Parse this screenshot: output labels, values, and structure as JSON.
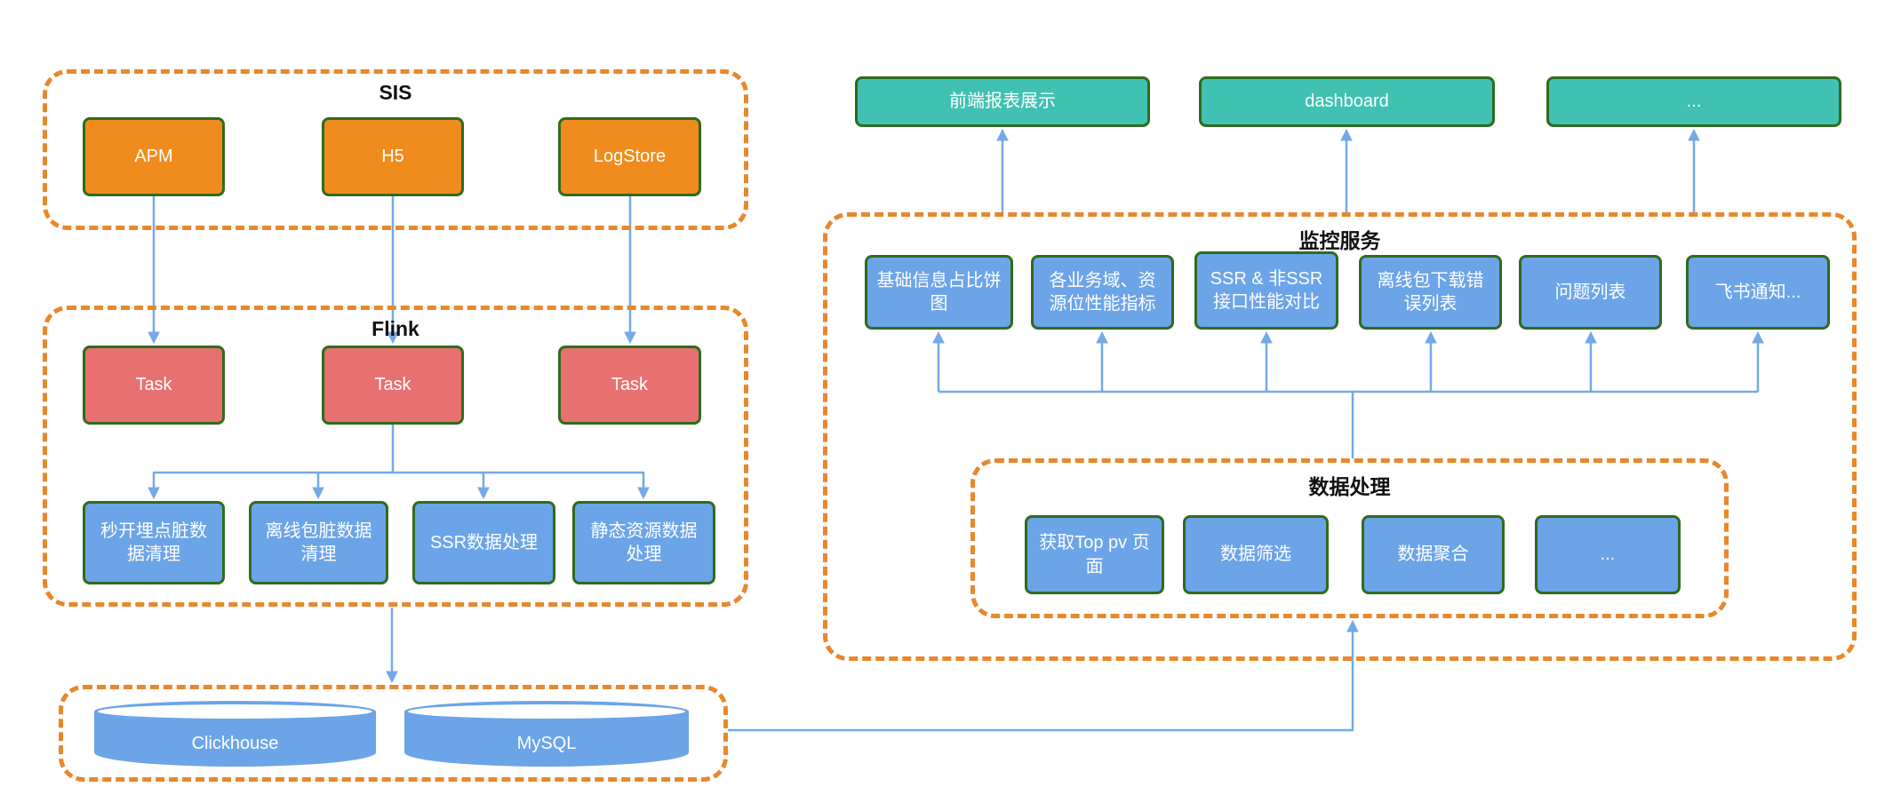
{
  "colors": {
    "orange_fill": "#F08C1E",
    "red_fill": "#E97070",
    "blue_fill": "#6CA4E8",
    "teal_fill": "#41C1B2",
    "node_border": "#2F6B1F",
    "group_border": "#E8872B",
    "arrow": "#74A9E8"
  },
  "sis_group": {
    "title": "SIS",
    "nodes": [
      {
        "label": "APM"
      },
      {
        "label": "H5"
      },
      {
        "label": "LogStore"
      }
    ]
  },
  "flink_group": {
    "title": "Flink",
    "tasks": [
      {
        "label": "Task"
      },
      {
        "label": "Task"
      },
      {
        "label": "Task"
      }
    ],
    "processors": [
      {
        "label": "秒开埋点脏数据清理"
      },
      {
        "label": "离线包脏数据清理"
      },
      {
        "label": "SSR数据处理"
      },
      {
        "label": "静态资源数据处理"
      }
    ]
  },
  "storage_group": {
    "databases": [
      {
        "label": "Clickhouse"
      },
      {
        "label": "MySQL"
      }
    ]
  },
  "output_nodes": [
    {
      "label": "前端报表展示"
    },
    {
      "label": "dashboard"
    },
    {
      "label": "..."
    }
  ],
  "monitor_group": {
    "title": "监控服务",
    "nodes": [
      {
        "label": "基础信息占比饼图"
      },
      {
        "label": "各业务域、资源位性能指标"
      },
      {
        "label": "SSR & 非SSR接口性能对比"
      },
      {
        "label": "离线包下载错误列表"
      },
      {
        "label": "问题列表"
      },
      {
        "label": "飞书通知..."
      }
    ]
  },
  "data_processing_group": {
    "title": "数据处理",
    "nodes": [
      {
        "label": "获取Top pv 页面"
      },
      {
        "label": "数据筛选"
      },
      {
        "label": "数据聚合"
      },
      {
        "label": "..."
      }
    ]
  }
}
